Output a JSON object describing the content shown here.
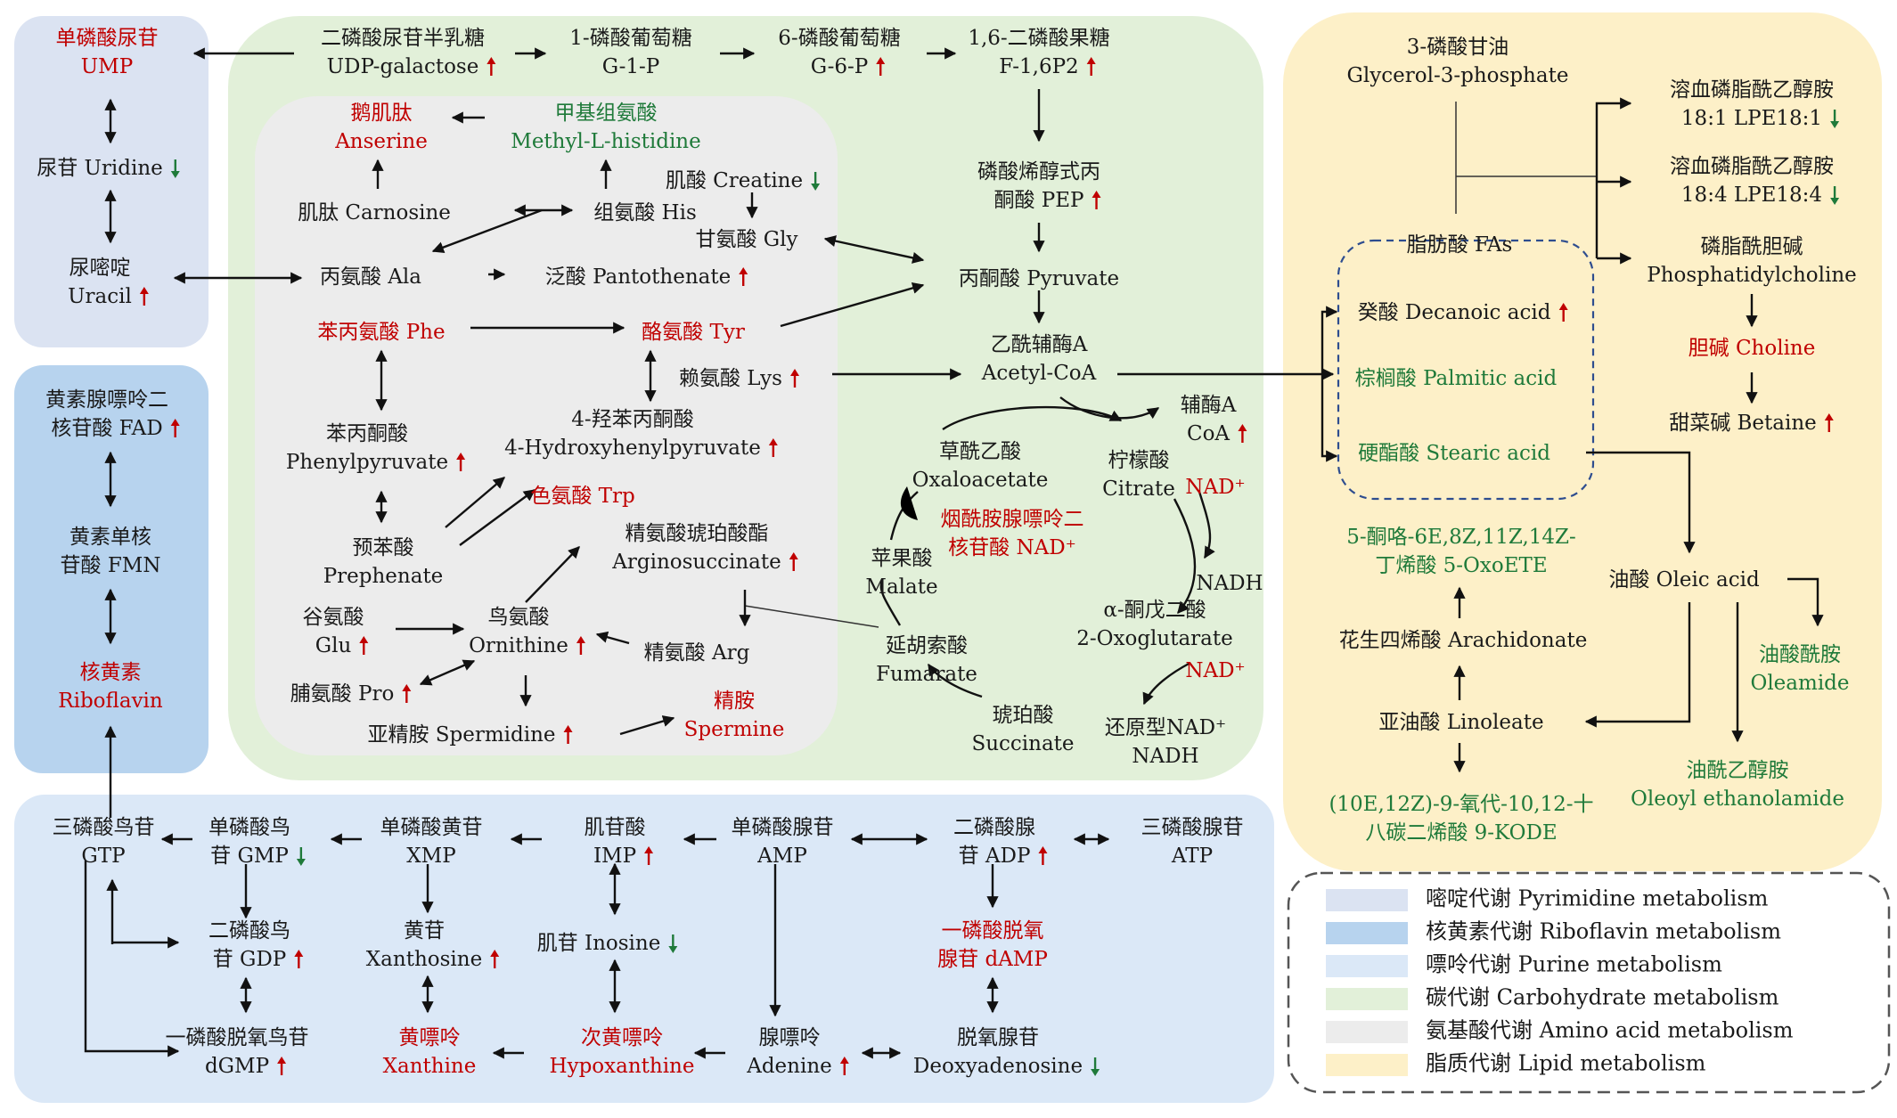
{
  "colors": {
    "pyrimidine": "#dbe3f2",
    "riboflavin": "#b7d3ee",
    "purine": "#dbe8f7",
    "carbohydrate": "#e2f0d9",
    "amino": "#ececec",
    "lipid": "#fdf0c8",
    "up": "#c00000",
    "down": "#1f7a3a",
    "green_text": "#1f7a3a",
    "red_text": "#c00000"
  },
  "legend": [
    {
      "key": "pyrimidine",
      "label": "嘧啶代谢 Pyrimidine metabolism"
    },
    {
      "key": "riboflavin",
      "label": "核黄素代谢 Riboflavin metabolism"
    },
    {
      "key": "purine",
      "label": "嘌呤代谢 Purine metabolism"
    },
    {
      "key": "carbohydrate",
      "label": "碳代谢 Carbohydrate metabolism"
    },
    {
      "key": "amino",
      "label": "氨基酸代谢 Amino acid metabolism"
    },
    {
      "key": "lipid",
      "label": "脂质代谢 Lipid metabolism"
    }
  ],
  "nodes": {
    "ump": {
      "l1": "单磷酸尿苷",
      "l2": "UMP",
      "color": "red"
    },
    "uridine": {
      "l1": "尿苷 Uridine",
      "arrow": "down"
    },
    "uracil": {
      "l1": "尿嘧啶",
      "l2": "Uracil",
      "arrow": "up"
    },
    "fad": {
      "l1": "黄素腺嘌呤二",
      "l2": "核苷酸 FAD",
      "arrow": "up"
    },
    "fmn": {
      "l1": "黄素单核",
      "l2": "苷酸 FMN"
    },
    "riboflavin": {
      "l1": "核黄素",
      "l2": "Riboflavin",
      "color": "red"
    },
    "udpgal": {
      "l1": "二磷酸尿苷半乳糖",
      "l2": "UDP-galactose",
      "arrow": "up"
    },
    "g1p": {
      "l1": "1-磷酸葡萄糖",
      "l2": "G-1-P"
    },
    "g6p": {
      "l1": "6-磷酸葡萄糖",
      "l2": "G-6-P",
      "arrow": "up"
    },
    "f16p2": {
      "l1": "1,6-二磷酸果糖",
      "l2": "F-1,6P2",
      "arrow": "up"
    },
    "pep": {
      "l1": "磷酸烯醇式丙",
      "l2": "酮酸 PEP",
      "arrow": "up"
    },
    "pyruvate": {
      "l1": "丙酮酸 Pyruvate"
    },
    "acetylcoa": {
      "l1": "乙酰辅酶A",
      "l2": "Acetyl-CoA"
    },
    "coa": {
      "l1": "辅酶A",
      "l2": "CoA",
      "arrow": "up"
    },
    "oxaloacetate": {
      "l1": "草酰乙酸",
      "l2": "Oxaloacetate"
    },
    "citrate": {
      "l1": "柠檬酸",
      "l2": "Citrate"
    },
    "nad1": {
      "l1": "NAD⁺",
      "color": "red"
    },
    "nad_mid": {
      "l1": "烟酰胺腺嘌呤二",
      "l2": "核苷酸 NAD⁺",
      "color": "red"
    },
    "malate": {
      "l1": "苹果酸",
      "l2": "Malate"
    },
    "nadh1": {
      "l1": "NADH"
    },
    "oxoglutarate": {
      "l1": "α-酮戊二酸",
      "l2": "2-Oxoglutarate"
    },
    "nad2": {
      "l1": "NAD⁺",
      "color": "red"
    },
    "fumarate": {
      "l1": "延胡索酸",
      "l2": "Fumarate"
    },
    "succinate": {
      "l1": "琥珀酸",
      "l2": "Succinate"
    },
    "nadh2": {
      "l1": "还原型NAD⁺",
      "l2": "NADH"
    },
    "anserine": {
      "l1": "鹅肌肽",
      "l2": "Anserine",
      "color": "red"
    },
    "methylhis": {
      "l1": "甲基组氨酸",
      "l2": "Methyl-L-histidine",
      "color": "green"
    },
    "creatine": {
      "l1": "肌酸 Creatine",
      "arrow": "down"
    },
    "carnosine": {
      "l1": "肌肽 Carnosine"
    },
    "his": {
      "l1": "组氨酸 His"
    },
    "gly": {
      "l1": "甘氨酸 Gly"
    },
    "ala": {
      "l1": "丙氨酸 Ala"
    },
    "pantothenate": {
      "l1": "泛酸 Pantothenate",
      "arrow": "up"
    },
    "phe": {
      "l1": "苯丙氨酸 Phe",
      "color": "red"
    },
    "tyr": {
      "l1": "酪氨酸 Tyr",
      "color": "red"
    },
    "lys": {
      "l1": "赖氨酸 Lys",
      "arrow": "up"
    },
    "phenylpyruvate": {
      "l1": "苯丙酮酸",
      "l2": "Phenylpyruvate",
      "arrow": "up"
    },
    "hpp": {
      "l1": "4-羟苯丙酮酸",
      "l2": "4-Hydroxyhenylpyruvate",
      "arrow": "up"
    },
    "trp": {
      "l1": "色氨酸 Trp",
      "color": "red"
    },
    "prephenate": {
      "l1": "预苯酸",
      "l2": "Prephenate"
    },
    "argsucc": {
      "l1": "精氨酸琥珀酸酯",
      "l2": "Arginosuccinate",
      "arrow": "up"
    },
    "glu": {
      "l1": "谷氨酸",
      "l2": "Glu",
      "arrow": "up"
    },
    "ornithine": {
      "l1": "鸟氨酸",
      "l2": "Ornithine",
      "arrow": "up"
    },
    "arg": {
      "l1": "精氨酸 Arg"
    },
    "pro": {
      "l1": "脯氨酸 Pro",
      "arrow": "up"
    },
    "spermidine": {
      "l1": "亚精胺 Spermidine",
      "arrow": "up"
    },
    "spermine": {
      "l1": "精胺",
      "l2": "Spermine",
      "color": "red"
    },
    "glycerol3p": {
      "l1": "3-磷酸甘油",
      "l2": "Glycerol-3-phosphate"
    },
    "lpe181": {
      "l1": "溶血磷脂酰乙醇胺",
      "l2": "18:1 LPE18:1",
      "arrow": "down"
    },
    "lpe184": {
      "l1": "溶血磷脂酰乙醇胺",
      "l2": "18:4 LPE18:4",
      "arrow": "down"
    },
    "fas": {
      "l1": "脂肪酸 FAs"
    },
    "pc": {
      "l1": "磷脂酰胆碱",
      "l2": "Phosphatidylcholine"
    },
    "decanoic": {
      "l1": "癸酸 Decanoic acid",
      "arrow": "up"
    },
    "choline": {
      "l1": "胆碱 Choline",
      "color": "red"
    },
    "palmitic": {
      "l1": "棕榈酸 Palmitic acid",
      "color": "green"
    },
    "betaine": {
      "l1": "甜菜碱 Betaine",
      "arrow": "up"
    },
    "stearic": {
      "l1": "硬酯酸 Stearic acid",
      "color": "green"
    },
    "oxoete": {
      "l1": "5-酮咯-6E,8Z,11Z,14Z-",
      "l2": "丁烯酸 5-OxoETE",
      "color": "green"
    },
    "oleic": {
      "l1": "油酸 Oleic acid"
    },
    "arachidonate": {
      "l1": "花生四烯酸 Arachidonate"
    },
    "oleamide": {
      "l1": "油酸酰胺",
      "l2": "Oleamide",
      "color": "green"
    },
    "linoleate": {
      "l1": "亚油酸 Linoleate"
    },
    "oea": {
      "l1": "油酰乙醇胺",
      "l2": "Oleoyl ethanolamide",
      "color": "green"
    },
    "kode": {
      "l1": "(10E,12Z)-9-氧代-10,12-十",
      "l2": "八碳二烯酸 9-KODE",
      "color": "green"
    },
    "gtp": {
      "l1": "三磷酸鸟苷",
      "l2": "GTP"
    },
    "gmp": {
      "l1": "单磷酸鸟",
      "l2": "苷 GMP",
      "arrow": "down"
    },
    "xmp": {
      "l1": "单磷酸黄苷",
      "l2": "XMP"
    },
    "imp": {
      "l1": "肌苷酸",
      "l2": "IMP",
      "arrow": "up"
    },
    "amp": {
      "l1": "单磷酸腺苷",
      "l2": "AMP"
    },
    "adp": {
      "l1": "二磷酸腺",
      "l2": "苷 ADP",
      "arrow": "up"
    },
    "atp": {
      "l1": "三磷酸腺苷",
      "l2": "ATP"
    },
    "gdp": {
      "l1": "二磷酸鸟",
      "l2": "苷 GDP",
      "arrow": "up"
    },
    "xanthosine": {
      "l1": "黄苷",
      "l2": "Xanthosine",
      "arrow": "up"
    },
    "inosine": {
      "l1": "肌苷 Inosine",
      "arrow": "down"
    },
    "damp": {
      "l1": "一磷酸脱氧",
      "l2": "腺苷 dAMP",
      "color": "red"
    },
    "dgmp": {
      "l1": "一磷酸脱氧鸟苷",
      "l2": "dGMP",
      "arrow": "up"
    },
    "xanthine": {
      "l1": "黄嘌呤",
      "l2": "Xanthine",
      "color": "red"
    },
    "hypoxanthine": {
      "l1": "次黄嘌呤",
      "l2": "Hypoxanthine",
      "color": "red"
    },
    "adenine": {
      "l1": "腺嘌呤",
      "l2": "Adenine",
      "arrow": "up"
    },
    "deoxyadenosine": {
      "l1": "脱氧腺苷",
      "l2": "Deoxyadenosine",
      "arrow": "down"
    }
  }
}
